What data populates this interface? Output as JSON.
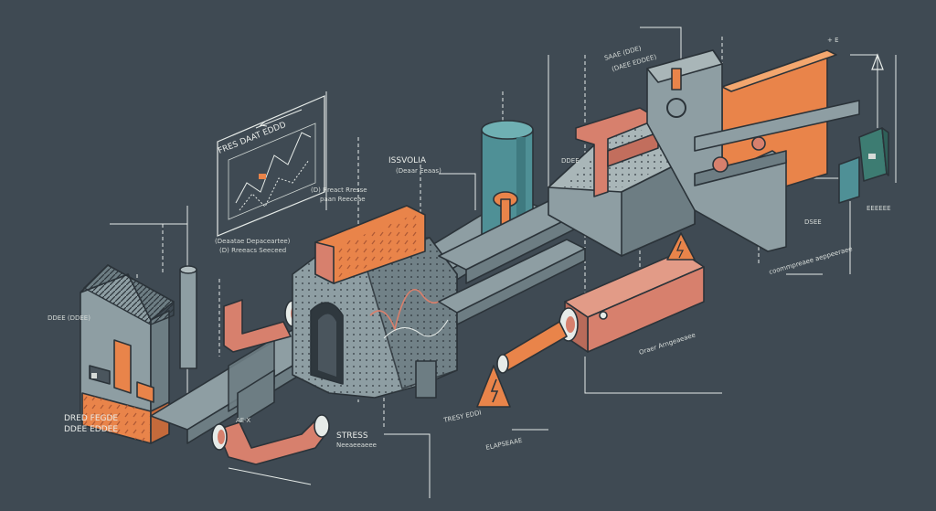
{
  "labels": {
    "left_block_side": "DDEE (DDEE)",
    "left_block_base_1": "DRED FEGDE",
    "left_block_base_2": "DDEE EDDEE",
    "chart_panel_title": "FRES DAAT EDDD",
    "chart_panel_note_1": "(D) Rreact Rresse",
    "chart_panel_note_2": "paan Reeceae",
    "lower_note_1": "(Deaatae Depaceartee)",
    "lower_note_2": "(D) Rreeacs Seeceed",
    "cylinder_title": "ISSVOLIA",
    "cylinder_sub": "(Deaar Eeaas)",
    "top_right_label_1": "SAAE (DDE)",
    "top_right_label_2": "(DAEE EDDEE)",
    "mid_box_label": "DDEE",
    "flow_marker": "AE-X",
    "stress_label": "STRESS",
    "stress_sub": "Neeaeeaeee",
    "warning_label": "TRESY EDDI",
    "elaps_label": "ELAPSEAAE",
    "conveyor_label": "Oraer Arngeaeaee",
    "right_module_label": "DSEE",
    "compress_label": "coommpreaee aeppeeraee",
    "right_panel_label": "EEEEEE",
    "corner_mark": "+ E"
  },
  "colors": {
    "background": "#3f4a53",
    "metal": "#8e9ea3",
    "metal_dark": "#6d7d83",
    "orange": "#e9844a",
    "salmon": "#d7806d",
    "teal": "#4f9096",
    "line": "#e6ebe8"
  }
}
